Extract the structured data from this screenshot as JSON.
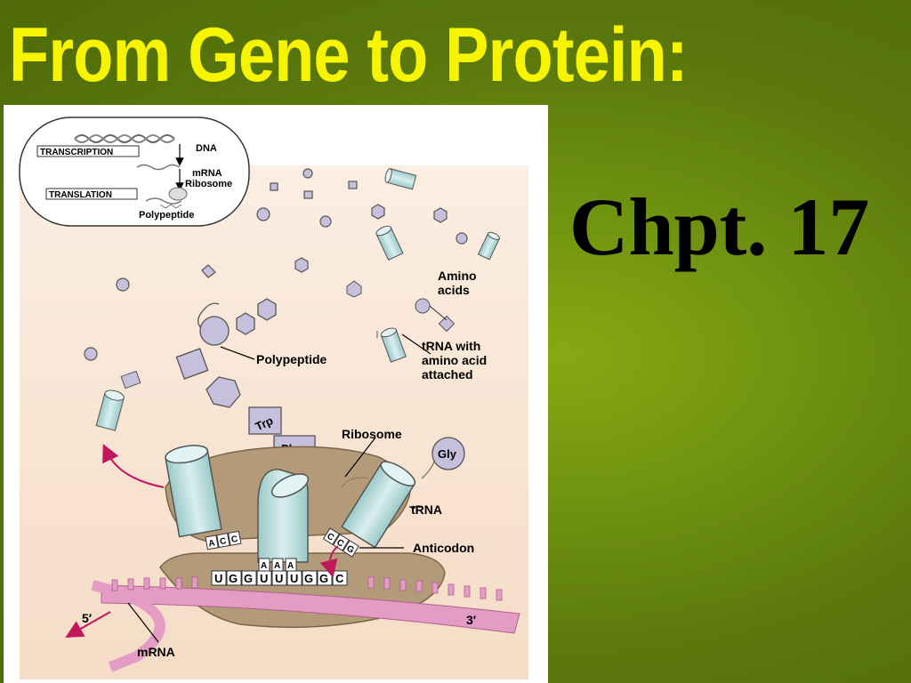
{
  "slide": {
    "title": "From Gene to Protein:",
    "subtitle": "Chpt. 17"
  },
  "overview": {
    "dna": "DNA",
    "transcription": "TRANSCRIPTION",
    "mrna": "mRNA",
    "ribosome": "Ribosome",
    "translation": "TRANSLATION",
    "polypeptide": "Polypeptide"
  },
  "labels": {
    "amino_acids_1": "Amino",
    "amino_acids_2": "acids",
    "trna_with_1": "tRNA with",
    "trna_with_2": "amino acid",
    "trna_with_3": "attached",
    "polypeptide": "Polypeptide",
    "ribosome": "Ribosome",
    "trna": "tRNA",
    "anticodon": "Anticodon",
    "mrna": "mRNA",
    "five_prime": "5′",
    "three_prime": "3′"
  },
  "amino_acid_tags": {
    "trp": "Trp",
    "phe": "Phe",
    "gly": "Gly"
  },
  "codons": [
    "U",
    "G",
    "G",
    "U",
    "U",
    "U",
    "G",
    "G",
    "C"
  ],
  "anticodon_left": [
    "A",
    "C",
    "C"
  ],
  "anticodon_middle": [
    "A",
    "A",
    "A"
  ],
  "anticodon_right": [
    "C",
    "C",
    "G"
  ],
  "colors": {
    "title": "#f6f400",
    "trna": "#bfe0e0",
    "amino_acid": "#c6c0dc",
    "ribosome": "#b39a78",
    "mrna": "#e39cc4",
    "arrow": "#c2185b",
    "background": "#6f9210"
  }
}
